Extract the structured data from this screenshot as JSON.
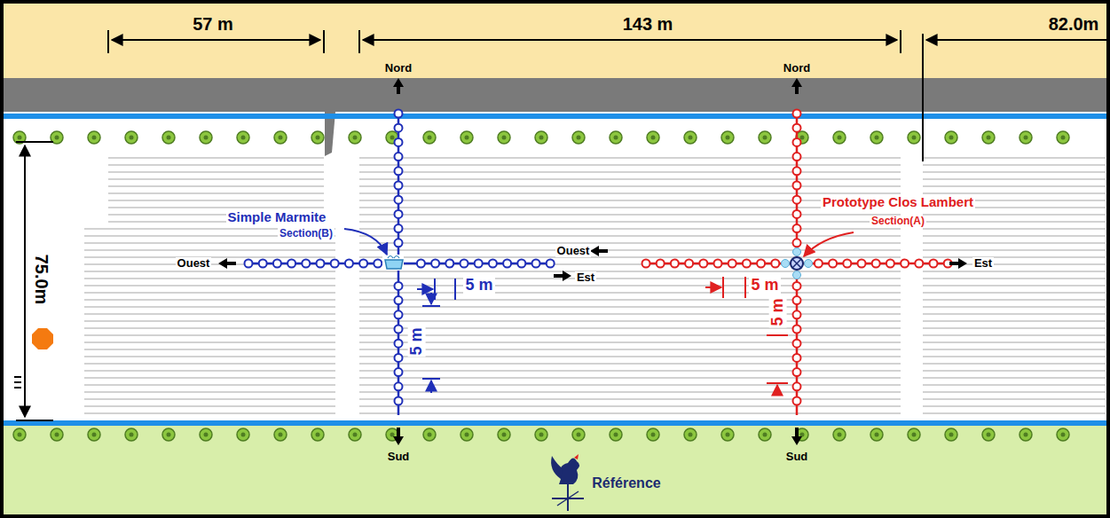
{
  "diagram": {
    "labels": [
      "57 m",
      "143 m",
      "82.0m",
      "Nord",
      "Nord",
      "Simple Marmite",
      "Section(B)",
      "Prototype Clos Lambert",
      "Section(A)",
      "Ouest",
      "Est",
      "Ouest",
      "Est",
      "5 m",
      "5 m",
      "5 m",
      "5 m",
      "75.0m",
      "Sud",
      "Sud",
      "Référence"
    ]
  }
}
